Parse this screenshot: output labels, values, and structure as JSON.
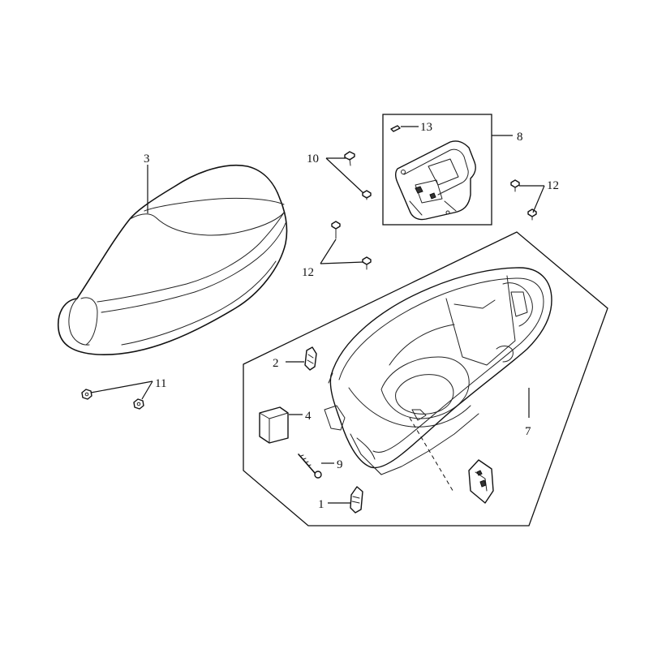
{
  "callouts": {
    "c1": "1",
    "c2": "2",
    "c3": "3",
    "c4": "4",
    "c7": "7",
    "c8": "8",
    "c9": "9",
    "c10": "10",
    "c11": "11",
    "c12a": "12",
    "c12b": "12",
    "c13": "13"
  }
}
